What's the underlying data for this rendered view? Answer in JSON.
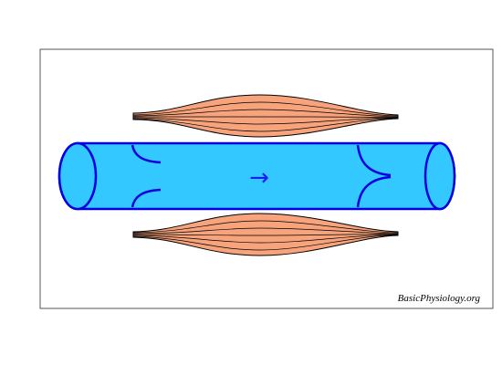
{
  "figure": {
    "credit": "BasicPhysiology.org",
    "flow_arrow_glyph": "→",
    "colors": {
      "frame_border": "#555555",
      "vein_fill": "#33c8ff",
      "vein_stroke": "#0000e0",
      "valve_stroke": "#0000e0",
      "arrow": "#1a1aff",
      "muscle_fill": "#f7a47c",
      "muscle_stroke": "#000000"
    }
  },
  "parts": {
    "upper_muscle": "skeletal-muscle",
    "lower_muscle": "skeletal-muscle",
    "vein": "vein",
    "open_valve": "valve-open",
    "closed_valve": "valve-closed",
    "flow_arrow": "flow-arrow-icon"
  }
}
